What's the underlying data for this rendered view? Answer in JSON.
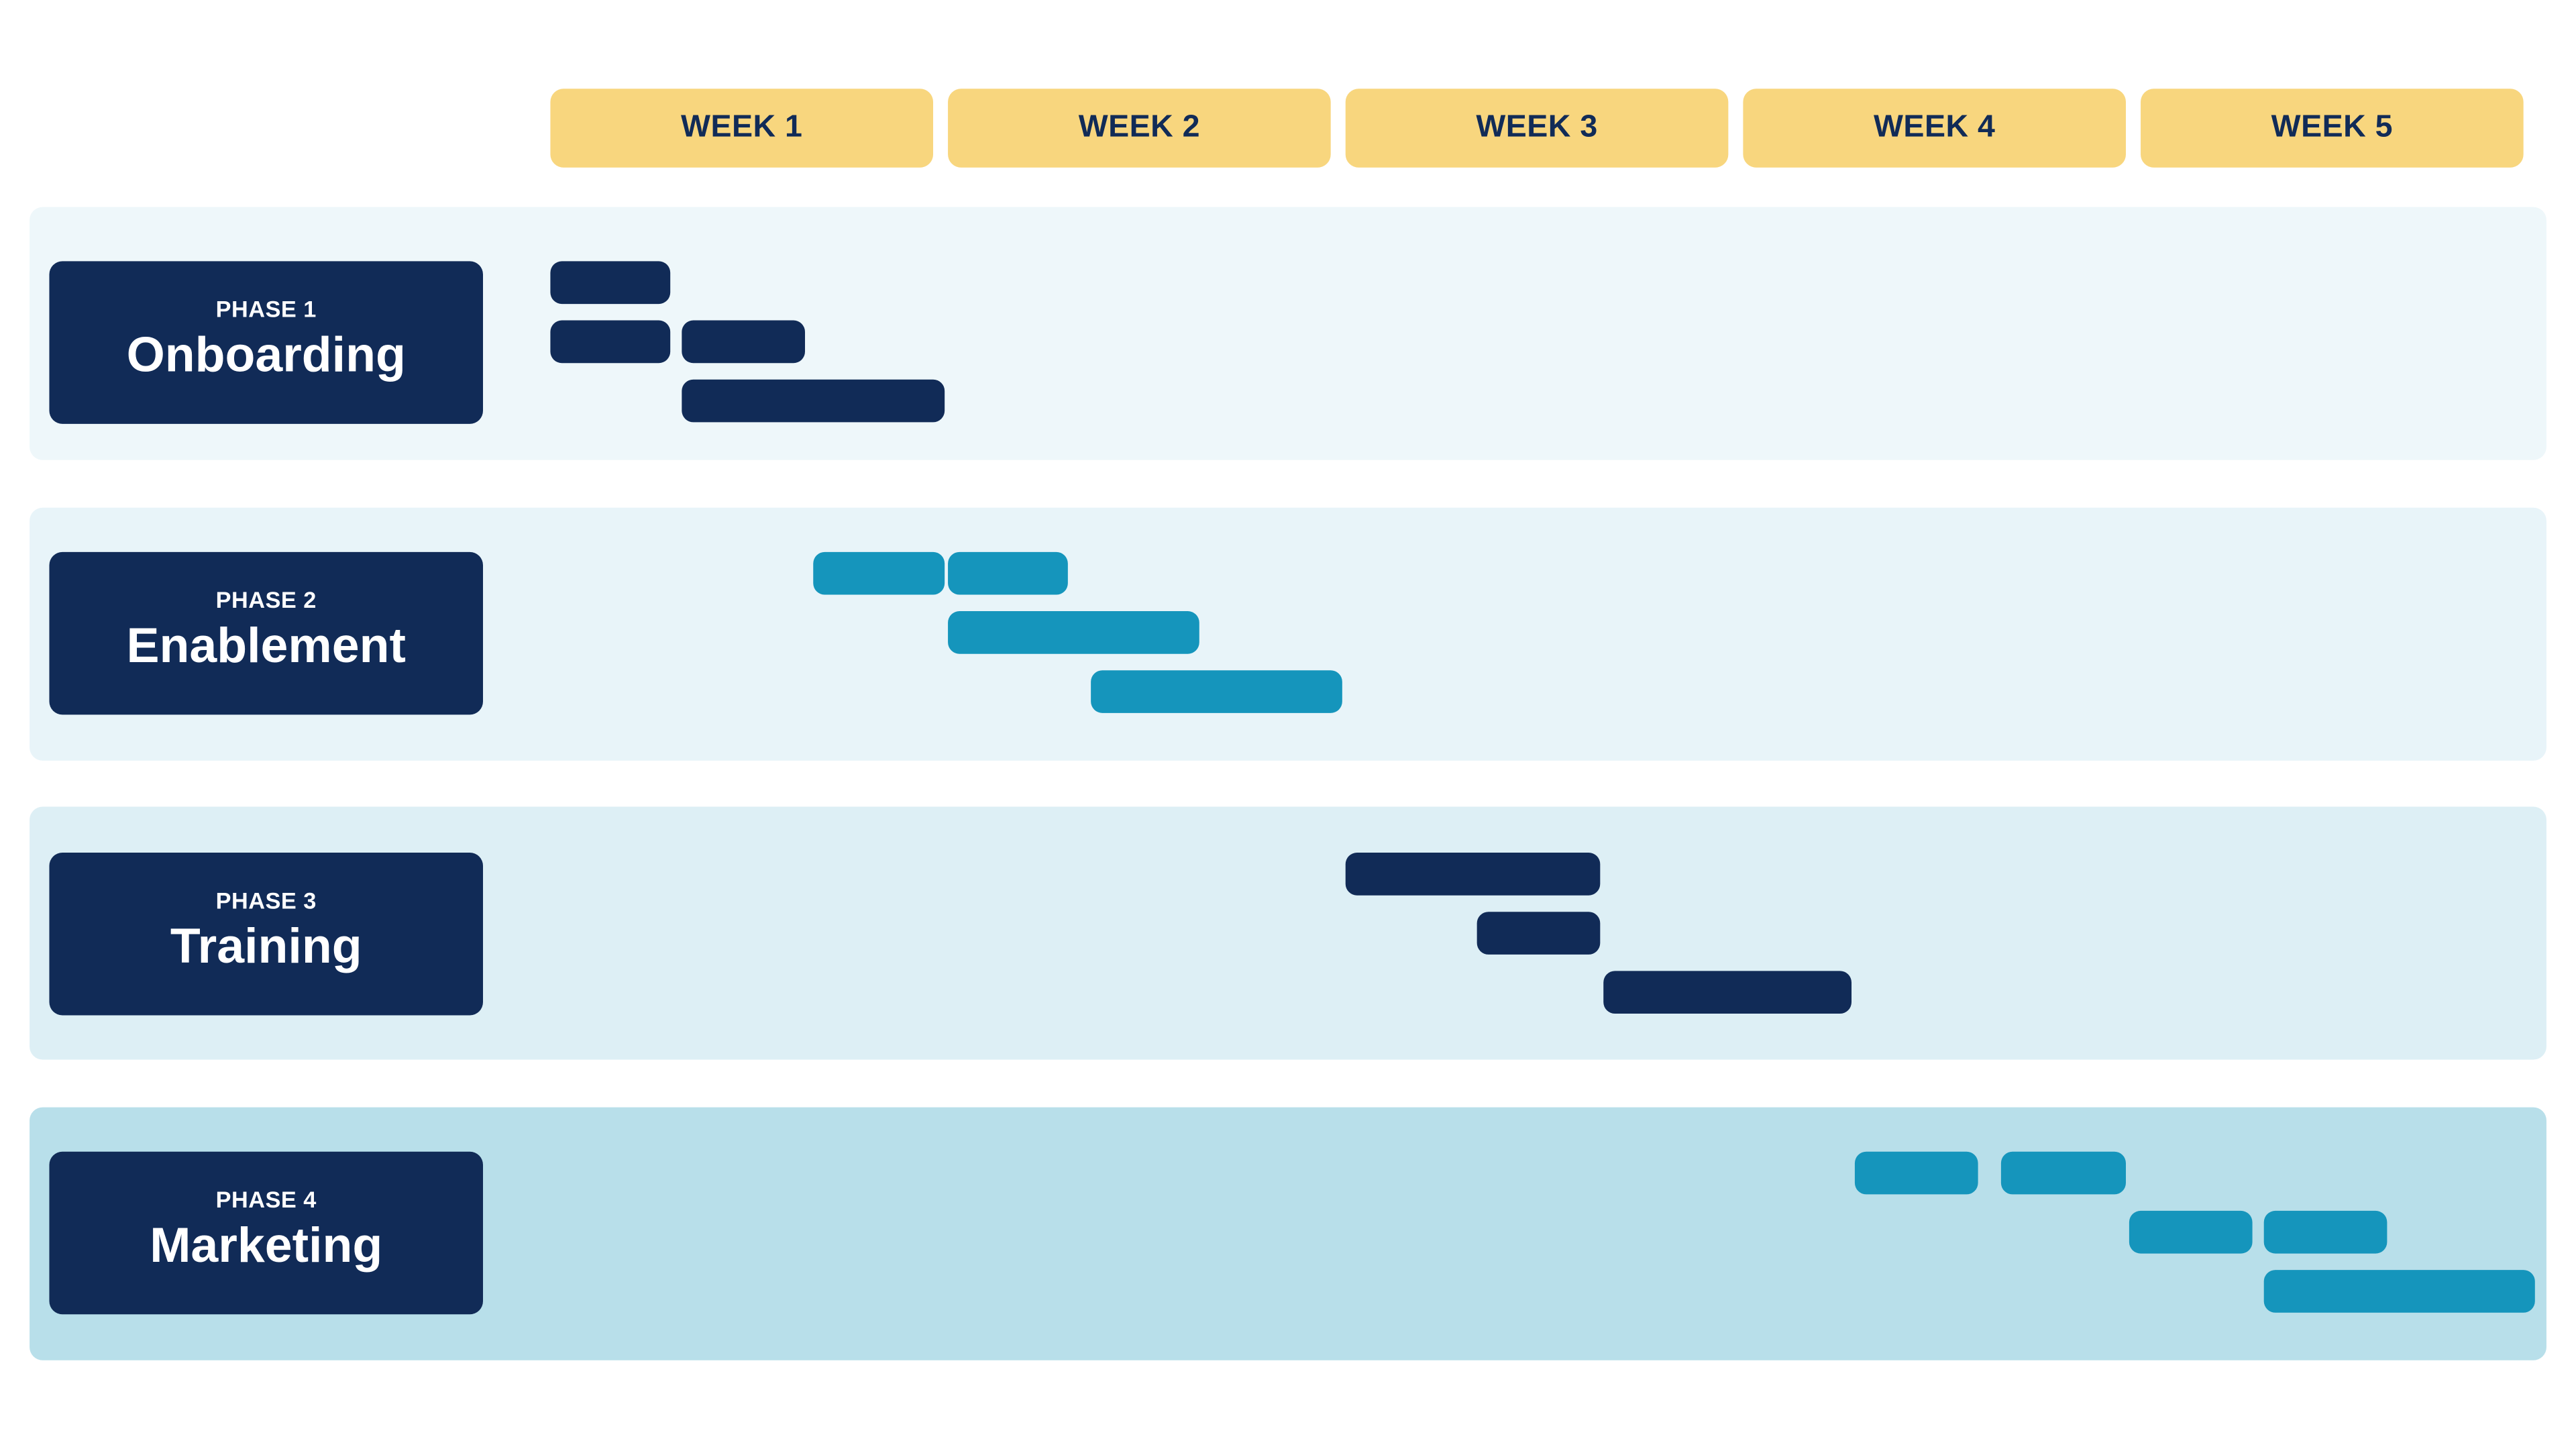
{
  "header": {
    "weeks": [
      "WEEK 1",
      "WEEK 2",
      "WEEK 3",
      "WEEK 4",
      "WEEK 5"
    ]
  },
  "colors": {
    "week_header_bg": "#F8D67E",
    "dark_navy": "#112B57",
    "teal": "#1595BC",
    "band_phase_1": "#EEF7FA",
    "band_phase_2": "#E8F4F9",
    "band_phase_3": "#DDEFF5",
    "band_phase_4": "#B8DFEA"
  },
  "phases": [
    {
      "number_label": "PHASE 1",
      "name": "Onboarding",
      "bar_color": "dark_navy",
      "tasks": [
        {
          "start_week": 1.0,
          "end_week": 1.31,
          "row": 1
        },
        {
          "start_week": 1.0,
          "end_week": 1.31,
          "row": 2
        },
        {
          "start_week": 1.33,
          "end_week": 1.65,
          "row": 2
        },
        {
          "start_week": 1.33,
          "end_week": 2.0,
          "row": 3
        }
      ]
    },
    {
      "number_label": "PHASE 2",
      "name": "Enablement",
      "bar_color": "teal",
      "tasks": [
        {
          "start_week": 1.66,
          "end_week": 2.0,
          "row": 1
        },
        {
          "start_week": 2.0,
          "end_week": 2.31,
          "row": 1
        },
        {
          "start_week": 2.0,
          "end_week": 2.64,
          "row": 2
        },
        {
          "start_week": 2.36,
          "end_week": 3.0,
          "row": 3
        }
      ]
    },
    {
      "number_label": "PHASE 3",
      "name": "Training",
      "bar_color": "dark_navy",
      "tasks": [
        {
          "start_week": 3.0,
          "end_week": 3.65,
          "row": 1
        },
        {
          "start_week": 3.33,
          "end_week": 3.65,
          "row": 2
        },
        {
          "start_week": 3.65,
          "end_week": 4.28,
          "row": 3
        }
      ]
    },
    {
      "number_label": "PHASE 4",
      "name": "Marketing",
      "bar_color": "teal",
      "tasks": [
        {
          "start_week": 4.28,
          "end_week": 4.6,
          "row": 1
        },
        {
          "start_week": 4.65,
          "end_week": 4.97,
          "row": 1
        },
        {
          "start_week": 4.97,
          "end_week": 5.29,
          "row": 2
        },
        {
          "start_week": 5.31,
          "end_week": 5.63,
          "row": 2
        },
        {
          "start_week": 5.31,
          "end_week": 6.0,
          "row": 3
        }
      ]
    }
  ]
}
